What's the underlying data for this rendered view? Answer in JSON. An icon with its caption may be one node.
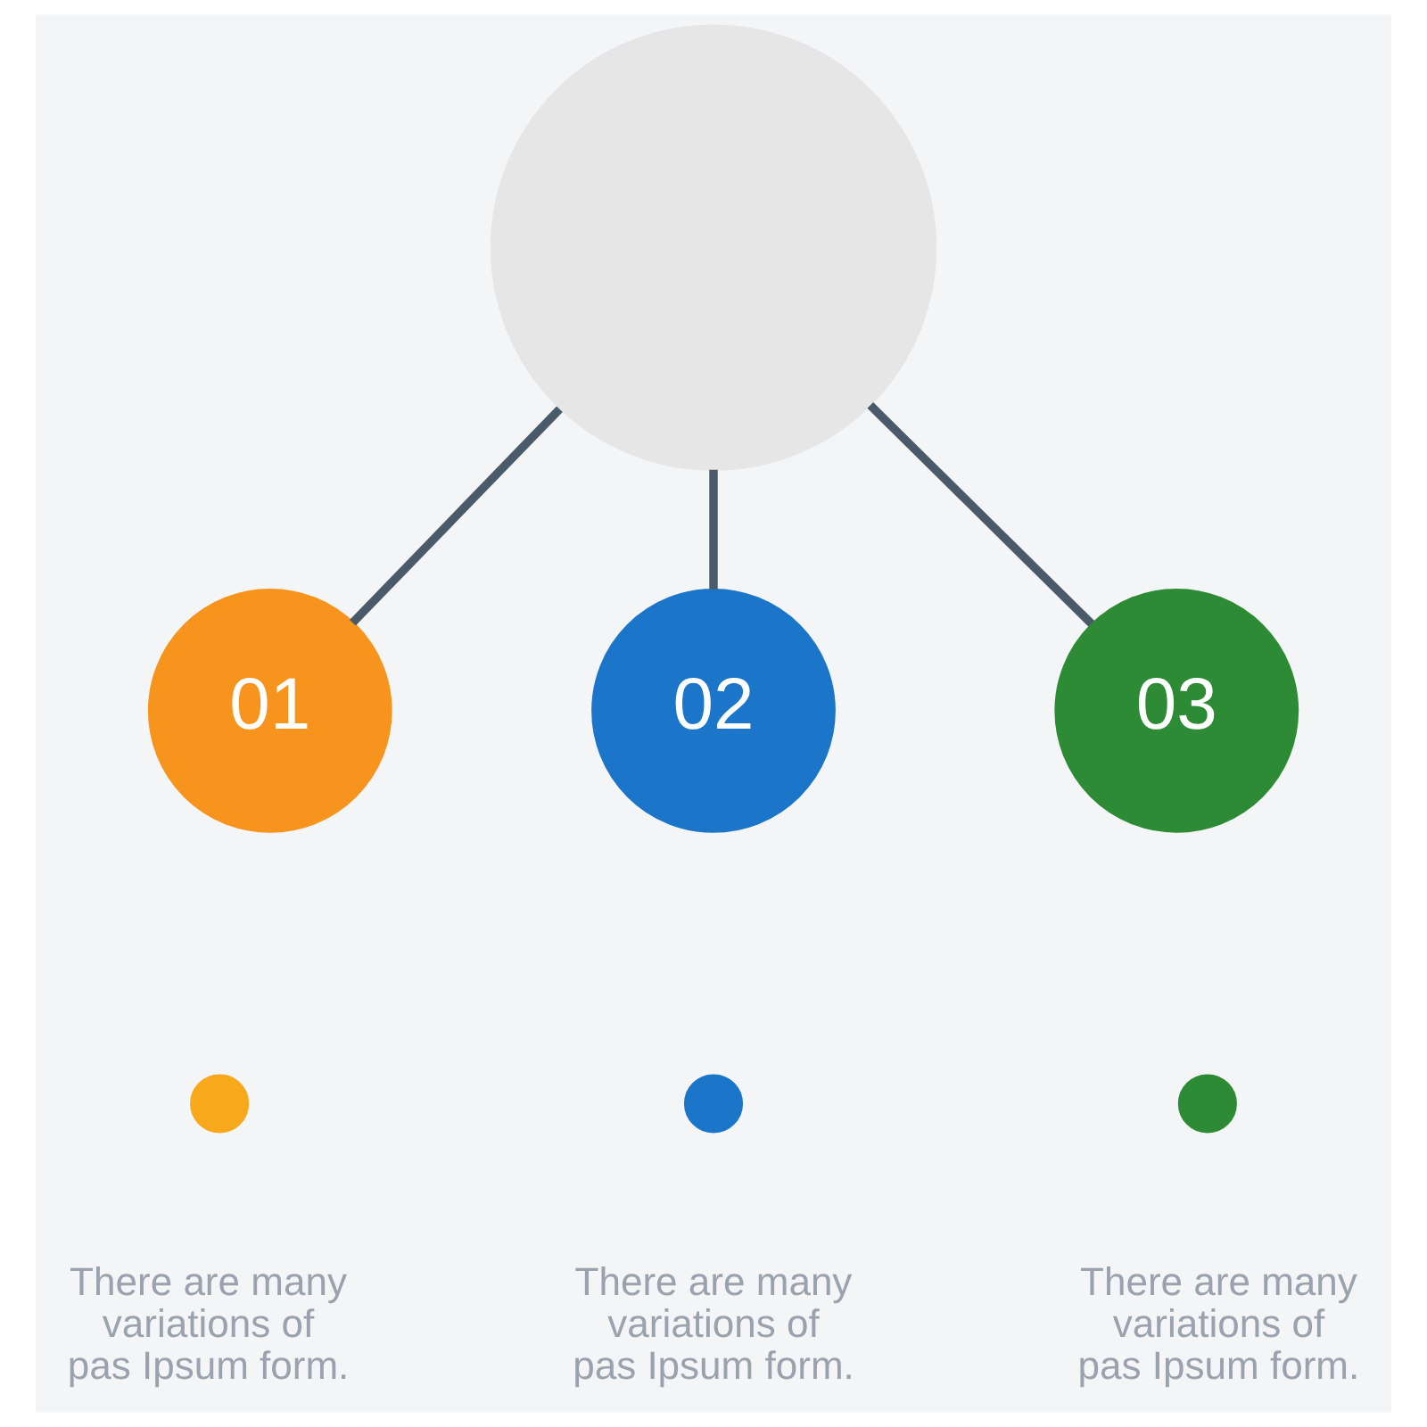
{
  "diagram": {
    "nodes": [
      {
        "text": [],
        "shape": "circle"
      },
      {
        "text": [
          "01"
        ]
      },
      {
        "text": [
          "02"
        ]
      },
      {
        "text": [
          "03"
        ]
      },
      {
        "text": [],
        "shape": "circle",
        "beside": [
          "There are many variations of pas Ipsum form."
        ]
      },
      {
        "text": [],
        "shape": "circle",
        "beside": [
          "There are many variations of pas Ipsum form."
        ]
      },
      {
        "text": [],
        "shape": "circle",
        "beside": [
          "There are many variations of pas Ipsum form."
        ]
      }
    ],
    "edges": [
      {
        "from": 0,
        "to": 1,
        "arrow": "none"
      },
      {
        "from": 0,
        "to": 2,
        "arrow": "none"
      },
      {
        "from": 0,
        "to": 3,
        "arrow": "none"
      }
    ]
  }
}
